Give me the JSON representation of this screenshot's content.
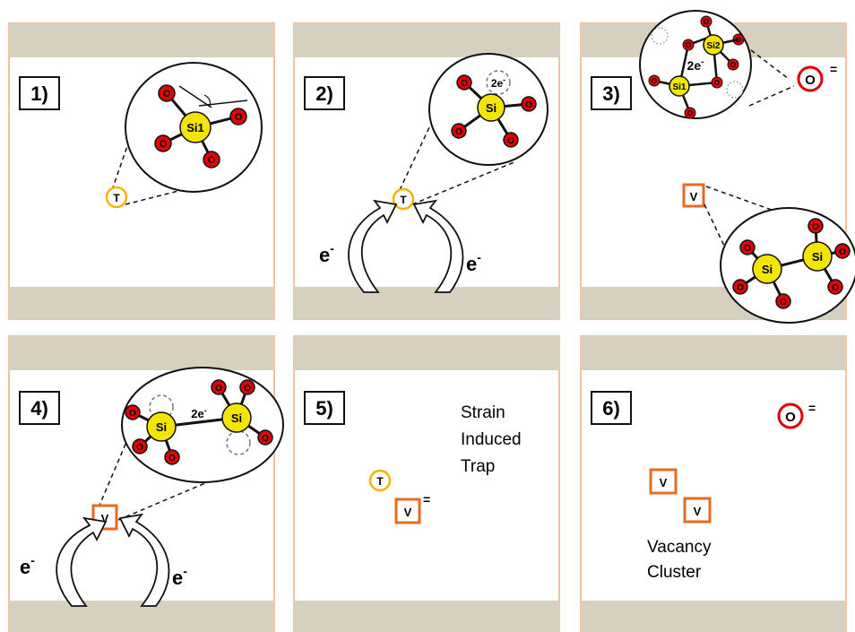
{
  "panels": [
    {
      "label": "1)"
    },
    {
      "label": "2)"
    },
    {
      "label": "3)"
    },
    {
      "label": "4)"
    },
    {
      "label": "5)",
      "annotation": [
        "Strain",
        "Induced",
        "Trap"
      ]
    },
    {
      "label": "6)",
      "annotation": [
        "Vacancy",
        "Cluster"
      ]
    }
  ],
  "symbols": {
    "trap": "T",
    "vacancy": "V",
    "oxygen_ion": "O",
    "double_minus": "=",
    "electron": "e",
    "electron_sup": "-",
    "two_electrons": "2e",
    "atom_si": "Si",
    "atom_si1": "Si1",
    "atom_si2": "Si2",
    "atom_o": "O"
  },
  "colors": {
    "band": "#d8d0be",
    "panel_border": "#f2c29c",
    "trap_ring": "#f5b400",
    "vacancy_box": "#e86a1e",
    "oxygen_red": "#e00000",
    "silicon_yellow": "#f2e600"
  }
}
